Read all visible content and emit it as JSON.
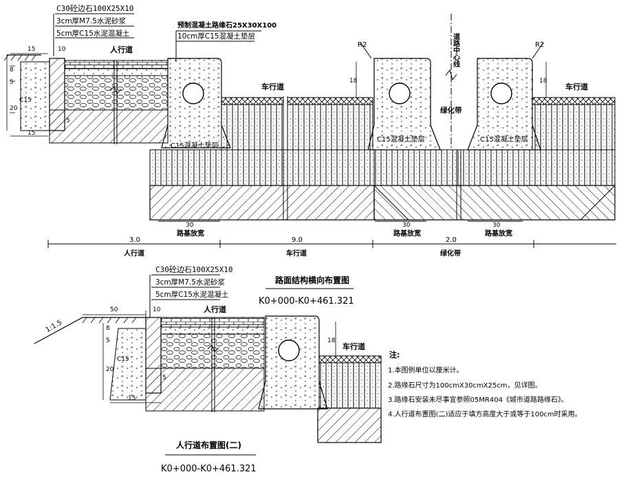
{
  "colors": {
    "line": "#000000",
    "concrete_fill": "#ffffff",
    "background": "#ffffff"
  },
  "top": {
    "curb_spec": "C30砼边石100X25X10",
    "mortar": "3cm厚M7.5水泥砂浆",
    "concrete_base": "5cm厚C15水泥混凝土",
    "precast_curb": "预制混凝土路缘石25X30X100",
    "cushion": "10cm厚C15混凝土垫层",
    "sidewalk": "人行道",
    "roadway_left": "车行道",
    "roadway_right": "车行道",
    "greenbelt": "绿化带",
    "centerline": "道路中心线",
    "c15_cushion_1": "C15混凝土垫层",
    "c15_cushion_2": "C15混凝土垫层",
    "c15_cushion_3": "C15混凝土垫层",
    "r2_left": "R2",
    "r2_right": "R2",
    "dim_15_top": "15",
    "dim_10": "10",
    "dim_8": "8",
    "dim_5": "5",
    "dim_20": "20",
    "dim_c15": "C15",
    "dim_5b": "5",
    "dim_15_bottom": "15",
    "dim_18_a": "18",
    "dim_18_b": "18",
    "dim_30_a": "30",
    "dim_30_b": "30",
    "dim_30_c": "30",
    "subgrade_a": "路基放宽",
    "subgrade_b": "路基放宽",
    "subgrade_c": "路基放宽",
    "w_sidewalk": "3.0",
    "w_roadway": "9.0",
    "w_green": "2.0",
    "w_sidewalk_label": "人行道",
    "w_roadway_label": "车行道",
    "w_green_label": "绿化带"
  },
  "bottom": {
    "curb_spec": "C30砼边石100X25X10",
    "mortar": "3cm厚M7.5水泥砂浆",
    "concrete_base": "5cm厚C15水泥混凝土",
    "sidewalk": "人行道",
    "roadway": "车行道",
    "slope": "1:1.5",
    "dim_50": "50",
    "dim_10": "10",
    "dim_8": "8",
    "dim_5": "5",
    "dim_c15": "C15",
    "dim_20": "20",
    "dim_5b": "5",
    "dim_15": "15",
    "dim_18": "18"
  },
  "titles": {
    "section_title": "路面结构横向布置图",
    "section_range": "K0+000-K0+461.321",
    "sidewalk_title": "人行道布置图(二)",
    "sidewalk_range": "K0+000-K0+461.321"
  },
  "notes": {
    "heading": "注:",
    "items": [
      "1.本图例单位以厘米计。",
      "2.路缘石尺寸为100cmX30cmX25cm，见详图。",
      "3.路缘石安装未尽事宜参照05MR404《城市道路路缘石》。",
      "4.人行道布置图(二)适应于填方高度大于或等于100cm时采用。"
    ]
  }
}
